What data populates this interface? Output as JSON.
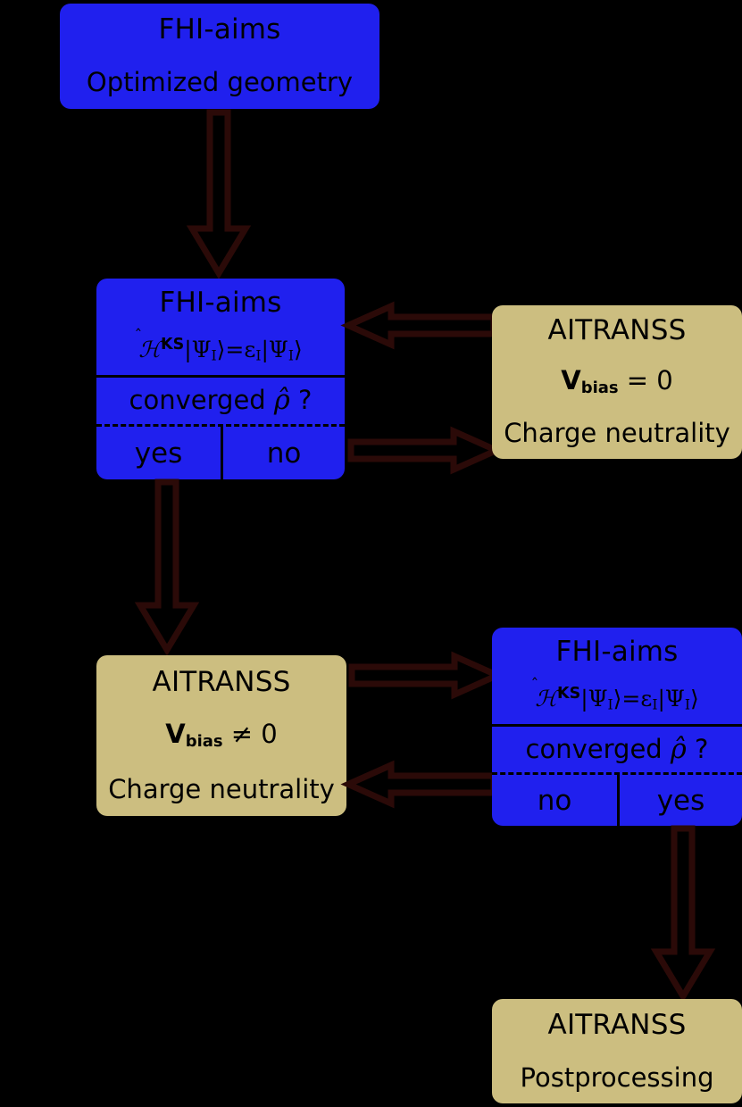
{
  "diagram": {
    "title": "FHI-aims / AITRANSS self-consistency workflow",
    "background_color": "#000000",
    "colors": {
      "blue_node": "#2020ee",
      "khaki_node": "#ccbe80",
      "arrow_outline": "#2b0a08",
      "text": "#000000"
    }
  },
  "nodes": {
    "optimized_geometry": {
      "program": "FHI-aims",
      "subtitle": "Optimized geometry",
      "color": "#2020ee"
    },
    "scf_zero_bias": {
      "program": "FHI-aims",
      "equation": "Ĥᴏˢ|Ψ₁⟩=ϵ₁|Ψ₁⟩",
      "equation_parts": {
        "operator": "ℋ",
        "superscript": "KS",
        "ket_left": "|Ψ",
        "state_index": "I",
        "ket_close": "⟩",
        "equals": "=",
        "eigenvalue": "ϵ",
        "ket_right": "|Ψ"
      },
      "question": "converged ρ̂ ?",
      "question_text": "converged",
      "question_symbol": "ρ̂",
      "question_mark": "?",
      "branch_left": "yes",
      "branch_right": "no",
      "color": "#2020ee"
    },
    "aitranss_zero_bias": {
      "program": "AITRANSS",
      "condition": "Vʙɪᴀs = 0",
      "condition_symbol": "V",
      "condition_subscript": "bias",
      "condition_operator": "=",
      "condition_value": "0",
      "note": "Charge neutrality",
      "color": "#ccbe80"
    },
    "aitranss_finite_bias": {
      "program": "AITRANSS",
      "condition_symbol": "V",
      "condition_subscript": "bias",
      "condition_operator": "≠",
      "condition_value": "0",
      "note": "Charge neutrality",
      "color": "#ccbe80"
    },
    "scf_finite_bias": {
      "program": "FHI-aims",
      "equation_parts": {
        "operator": "ℋ",
        "superscript": "KS",
        "ket_left": "|Ψ",
        "state_index": "I",
        "ket_close": "⟩",
        "equals": "=",
        "eigenvalue": "ϵ",
        "ket_right": "|Ψ"
      },
      "question_text": "converged",
      "question_symbol": "ρ̂",
      "question_mark": "?",
      "branch_left": "no",
      "branch_right": "yes",
      "color": "#2020ee"
    },
    "aitranss_postprocessing": {
      "program": "AITRANSS",
      "subtitle": "Postprocessing",
      "color": "#ccbe80"
    }
  },
  "arrows": [
    {
      "name": "geometry-to-scf-zero",
      "direction": "down"
    },
    {
      "name": "aitranss-zero-to-scf-zero",
      "direction": "left"
    },
    {
      "name": "scf-zero-no-to-aitranss-zero",
      "direction": "right"
    },
    {
      "name": "scf-zero-yes-to-aitranss-finite",
      "direction": "down"
    },
    {
      "name": "aitranss-finite-to-scf-finite",
      "direction": "right"
    },
    {
      "name": "scf-finite-no-to-aitranss-finite",
      "direction": "left"
    },
    {
      "name": "scf-finite-yes-to-postprocessing",
      "direction": "down"
    }
  ]
}
